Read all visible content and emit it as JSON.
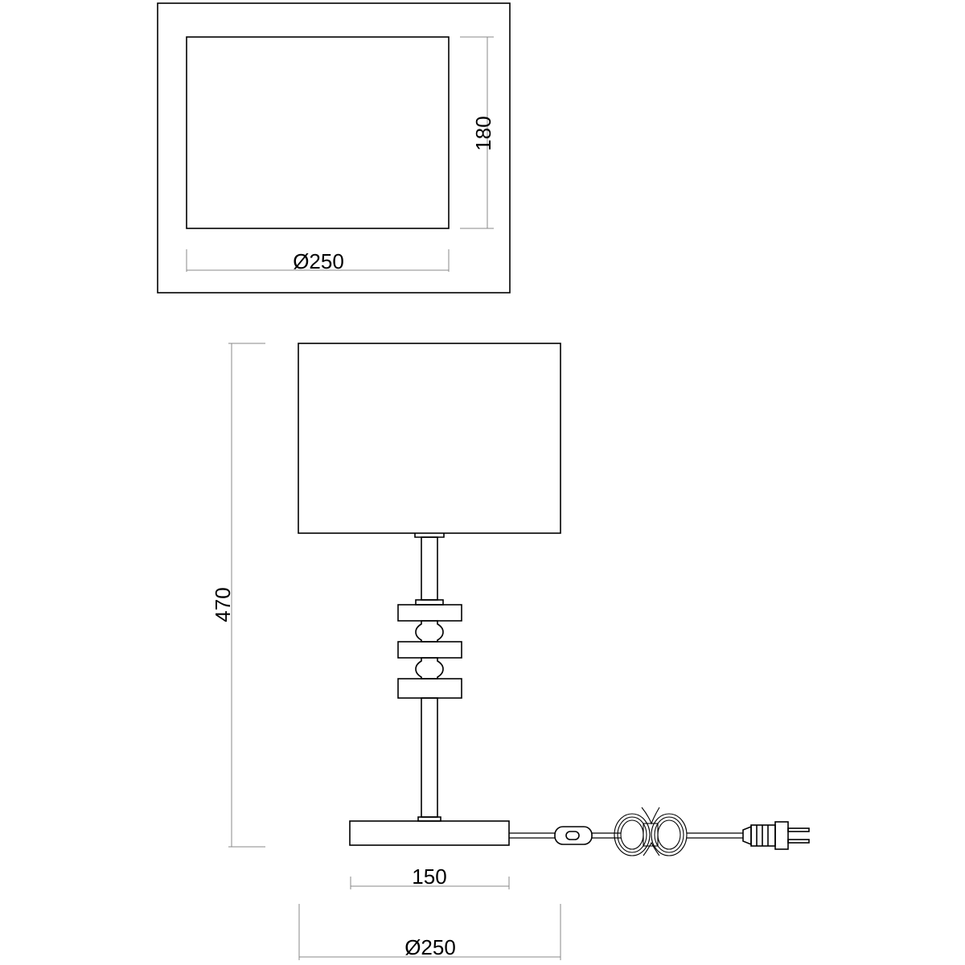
{
  "dimensions": {
    "shade_height": "180",
    "shade_diameter_top": "Ø250",
    "total_height": "470",
    "base_width": "150",
    "shade_diameter_bottom": "Ø250"
  },
  "colors": {
    "line": "#000000",
    "dim_line": "#888888",
    "background": "#ffffff"
  }
}
